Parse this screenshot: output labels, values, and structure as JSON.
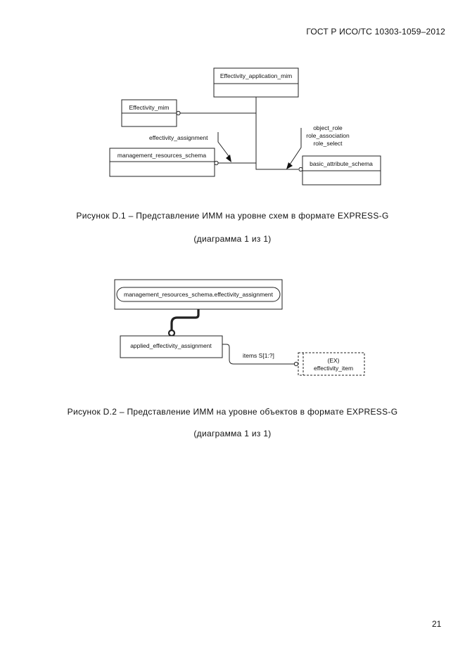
{
  "header": {
    "standard": "ГОСТ Р ИСО/ТС 10303-1059–2012"
  },
  "diagram1": {
    "entities": {
      "effectivity_application_mim": "Effectivity_application_mim",
      "effectivity_mim": "Effectivity_mim",
      "management_resources_schema": "management_resources_schema",
      "basic_attribute_schema": "basic_attribute_schema"
    },
    "annotations": {
      "effectivity_assignment": "effectivity_assignment",
      "object_role": "object_role",
      "role_association": "role_association",
      "role_select": "role_select"
    },
    "caption": "Рисунок  D.1 – Представление ИММ на уровне схем в формате EXPRESS-G",
    "subcaption": "(диаграмма 1  из 1)"
  },
  "diagram2": {
    "entities": {
      "reference_entity": "management_resources_schema.effectivity_assignment",
      "applied_effectivity_assignment": "applied_effectivity_assignment",
      "select_tag": "(EX)",
      "effectivity_item": "effectivity_item"
    },
    "attributes": {
      "items": "items S[1:?]"
    },
    "caption": "Рисунок  D.2 – Представление ИММ на уровне объектов в формате EXPRESS-G",
    "subcaption": "(диаграмма 1  из 1)"
  },
  "footer": {
    "page_number": "21"
  }
}
